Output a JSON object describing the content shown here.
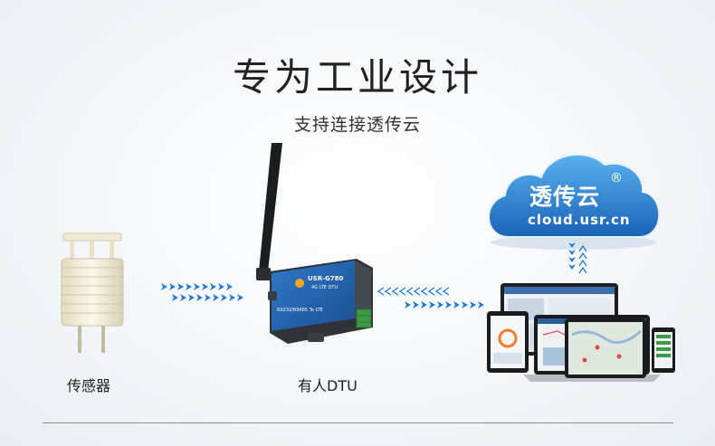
{
  "header": {
    "title": "专为工业设计",
    "subtitle": "支持连接透传云"
  },
  "devices": {
    "sensor_caption": "传感器",
    "dtu_caption": "有人DTU",
    "dtu_model": "USR-G780",
    "dtu_sub": "4G LTE DTU",
    "dtu_port": "RS232/RS485 To LTE"
  },
  "cloud": {
    "name": "透传云",
    "registered": "®",
    "url": "cloud.usr.cn"
  },
  "colors": {
    "accent_blue": "#1f79d6",
    "cloud_top": "#4aa6ea",
    "cloud_bottom": "#1a62b8",
    "dtu_body": "#3b3f46",
    "dtu_panel": "#2a66b0",
    "terminal_green": "#3d9b45"
  },
  "icons": [
    "antenna-icon",
    "arrow-chevron-icon",
    "cloud-icon",
    "laptop-icon",
    "tablet-icon",
    "phone-icon",
    "sensor-icon"
  ]
}
